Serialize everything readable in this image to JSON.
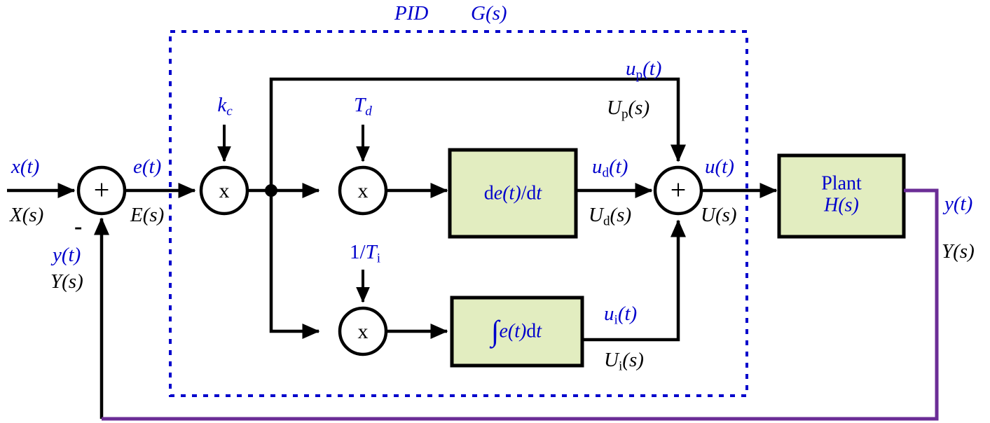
{
  "diagram": {
    "title_pid": "PID",
    "title_gs": "G(s)",
    "colors": {
      "accent_blue": "#0000cc",
      "feedback_purple": "#6b2d96",
      "block_fill": "#e2edc0",
      "line_black": "#000000"
    }
  },
  "inputs": {
    "x_time": "x(t)",
    "x_laplace": "X(s)",
    "error_time": "e(t)",
    "error_laplace": "E(s)",
    "minus_sign": "-",
    "feedback_time": "y(t)",
    "feedback_laplace": "Y(s)"
  },
  "gains": {
    "kc": {
      "base": "k",
      "sub": "c"
    },
    "td": {
      "base": "T",
      "sub": "d"
    },
    "ti": {
      "prefix": "1/",
      "base": "T",
      "sub": "i"
    }
  },
  "junctions": {
    "sum_input_symbol": "+",
    "sum_output_symbol": "+",
    "mult_symbol": "x"
  },
  "blocks": {
    "derivative": {
      "expr_d": "d",
      "expr_e": "e(t)",
      "expr_slash": "/d",
      "expr_t": "t"
    },
    "integral": {
      "sign": "∫",
      "expr_e": "e(t)",
      "expr_d": "d",
      "expr_t": "t"
    },
    "plant": {
      "name": "Plant",
      "transfer": "H(s)"
    }
  },
  "signals": {
    "up_time": {
      "base": "u",
      "sub": "p",
      "arg": "(t)"
    },
    "up_laplace": {
      "base": "U",
      "sub": "p",
      "arg": "(s)"
    },
    "ud_time": {
      "base": "u",
      "sub": "d",
      "arg": "(t)"
    },
    "ud_laplace": {
      "base": "U",
      "sub": "d",
      "arg": "(s)"
    },
    "ui_time": {
      "base": "u",
      "sub": "i",
      "arg": "(t)"
    },
    "ui_laplace": {
      "base": "U",
      "sub": "i",
      "arg": "(s)"
    },
    "u_time": "u(t)",
    "u_laplace": "U(s)",
    "y_time": "y(t)",
    "y_laplace": "Y(s)"
  }
}
